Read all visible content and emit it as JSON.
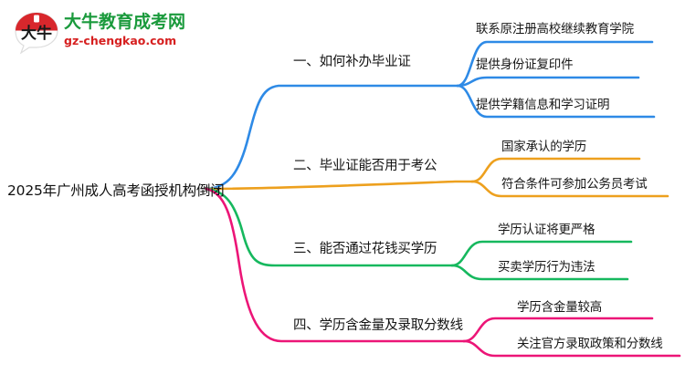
{
  "logo": {
    "mark_text": "大牛",
    "title": "大牛教育成考网",
    "domain": "gz-chengkao.com",
    "title_color": "#1a9a3c",
    "domain_color": "#d61f1f",
    "mark_color": "#d8272c"
  },
  "mindmap": {
    "root": {
      "label": "2025年广州成人高考函授机构倒闭"
    },
    "branches": [
      {
        "label": "一、如何补办毕业证",
        "color": "#2e8ae6",
        "children": [
          {
            "label": "联系原注册高校继续教育学院"
          },
          {
            "label": "提供身份证复印件"
          },
          {
            "label": "提供学籍信息和学习证明"
          }
        ]
      },
      {
        "label": "二、毕业证能否用于考公",
        "color": "#eda01e",
        "children": [
          {
            "label": "国家承认的学历"
          },
          {
            "label": "符合条件可参加公务员考试"
          }
        ]
      },
      {
        "label": "三、能否通过花钱买学历",
        "color": "#16b85e",
        "children": [
          {
            "label": "学历认证将更严格"
          },
          {
            "label": "买卖学历行为违法"
          }
        ]
      },
      {
        "label": "四、学历含金量及录取分数线",
        "color": "#ec1577",
        "children": [
          {
            "label": "学历含金量较高"
          },
          {
            "label": "关注官方录取政策和分数线"
          }
        ]
      }
    ]
  }
}
